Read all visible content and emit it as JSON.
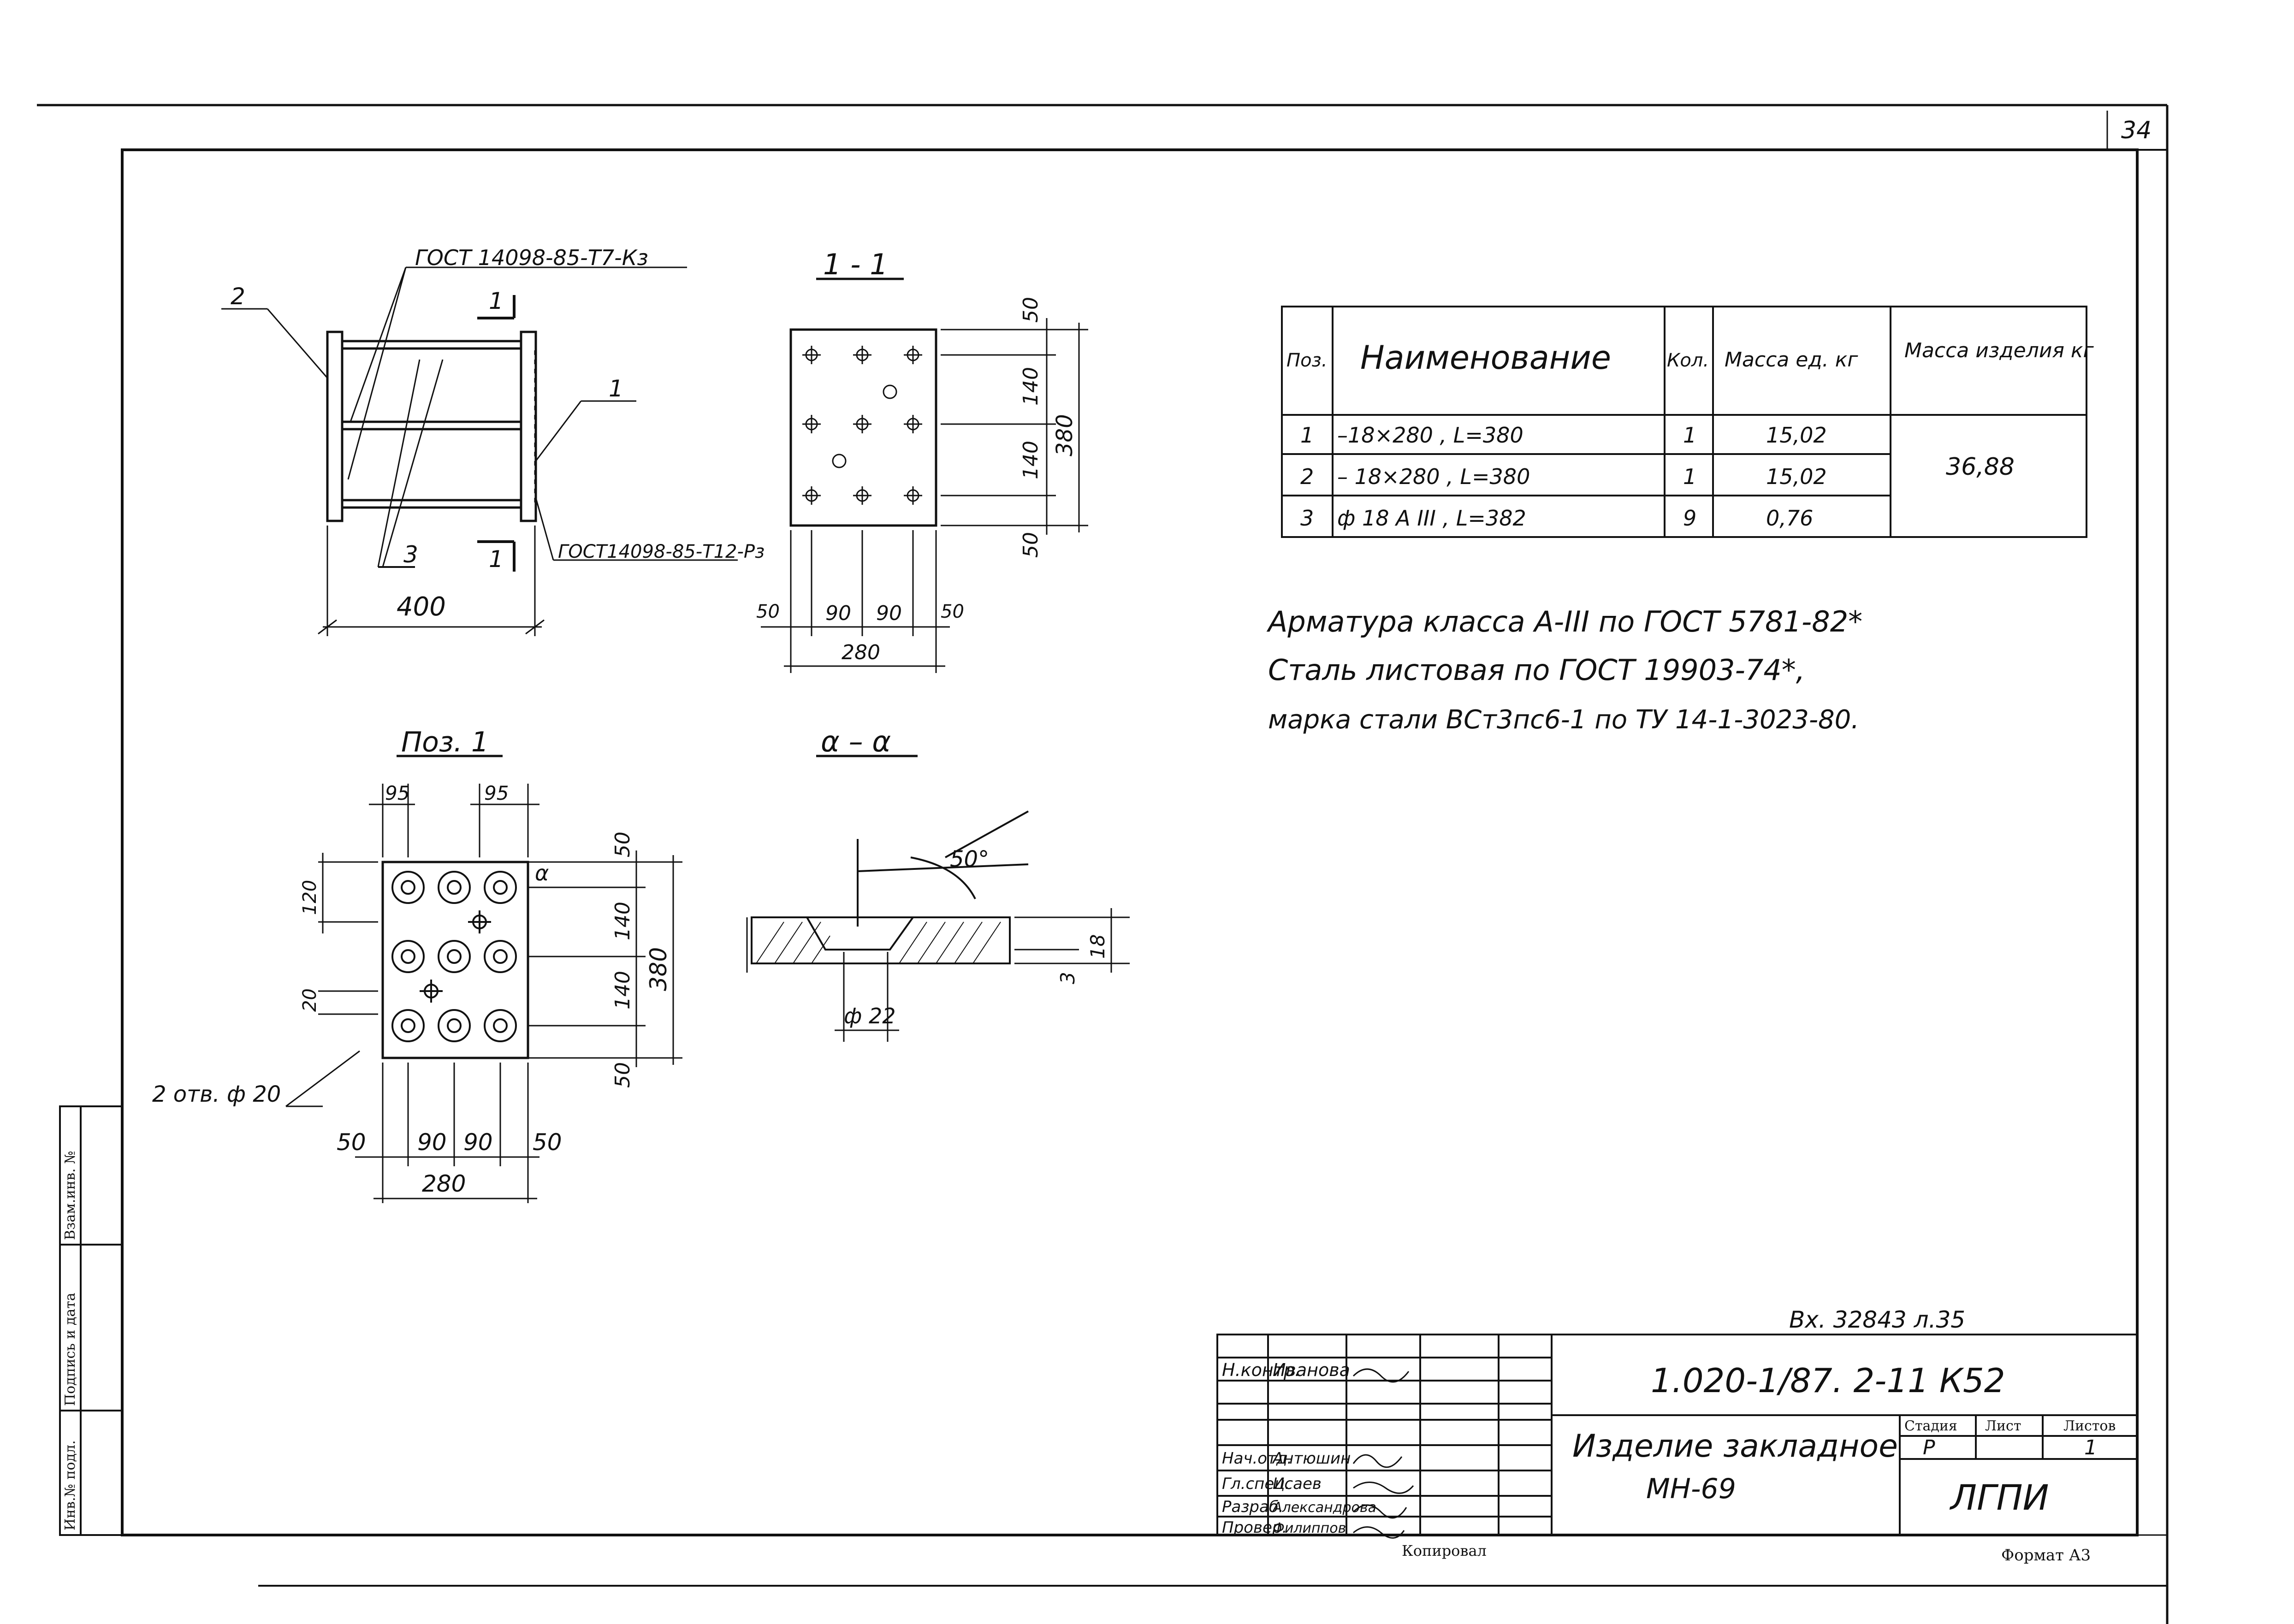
{
  "sheet": {
    "page_number": "34",
    "format_label": "Формат А3",
    "copied_label": "Копировал",
    "margin_labels": [
      "Взам.инв. №",
      "Подпись и дата",
      "Инв.№ подл."
    ]
  },
  "views": {
    "assembly": {
      "gost_top": "ГОСТ 14098-85-Т7-Кз",
      "gost_bottom": "ГОСТ14098-85-Т12-Рз",
      "pos2": "2",
      "pos1": "1",
      "pos3": "3",
      "section_mark_top": "1",
      "section_mark_bottom": "1",
      "dim_400": "400"
    },
    "section_1_1": {
      "title": "1 - 1",
      "dims": [
        "50",
        "140",
        "140",
        "50",
        "380",
        "50",
        "90",
        "90",
        "50",
        "280"
      ]
    },
    "poz1": {
      "title": "Поз. 1",
      "dims_top": [
        "95",
        "95"
      ],
      "dims_right": [
        "50",
        "140",
        "140",
        "50",
        "380"
      ],
      "dims_left": [
        "120",
        "20"
      ],
      "dims_bottom": [
        "50",
        "90",
        "90",
        "50",
        "280"
      ],
      "label_a": "α",
      "holes_note": "2 отв. ф 20"
    },
    "section_a_a": {
      "title": "α – α",
      "angle": "50°",
      "dims": [
        "18",
        "3",
        "ф 22"
      ]
    }
  },
  "spec_table": {
    "headers": [
      "Поз.",
      "Наименование",
      "Кол.",
      "Масса ед. кг",
      "Масса изделия кг"
    ],
    "rows": [
      {
        "pos": "1",
        "name": "–18×280 , L=380",
        "qty": "1",
        "mass": "15,02"
      },
      {
        "pos": "2",
        "name": "– 18×280 , L=380",
        "qty": "1",
        "mass": "15,02"
      },
      {
        "pos": "3",
        "name": "ф 18 А III , L=382",
        "qty": "9",
        "mass": "0,76"
      }
    ],
    "total_mass": "36,88"
  },
  "notes": [
    "Арматура класса А-III по ГОСТ 5781-82*",
    "Сталь листовая по ГОСТ 19903-74*,",
    "марка стали ВСт3пс6-1 по ТУ 14-1-3023-80."
  ],
  "title_block": {
    "inventory_note": "Вх. 32843 л.35",
    "designation": "1.020-1/87. 2-11 К52",
    "product_name": "Изделие закладное",
    "product_code": "МН-69",
    "stage_label": "Стадия",
    "sheet_label": "Лист",
    "sheets_label": "Листов",
    "stage_value": "Р",
    "sheets_value": "1",
    "org": "ЛГПИ",
    "roles": [
      {
        "role": "Н.контр.",
        "name": "Иванова"
      },
      {
        "role": "Нач.отд.",
        "name": "Антюшин"
      },
      {
        "role": "Гл.спец.",
        "name": "Исаев"
      },
      {
        "role": "Разраб.",
        "name": "Александрова"
      },
      {
        "role": "Провер.",
        "name": "Филиппов"
      }
    ]
  }
}
